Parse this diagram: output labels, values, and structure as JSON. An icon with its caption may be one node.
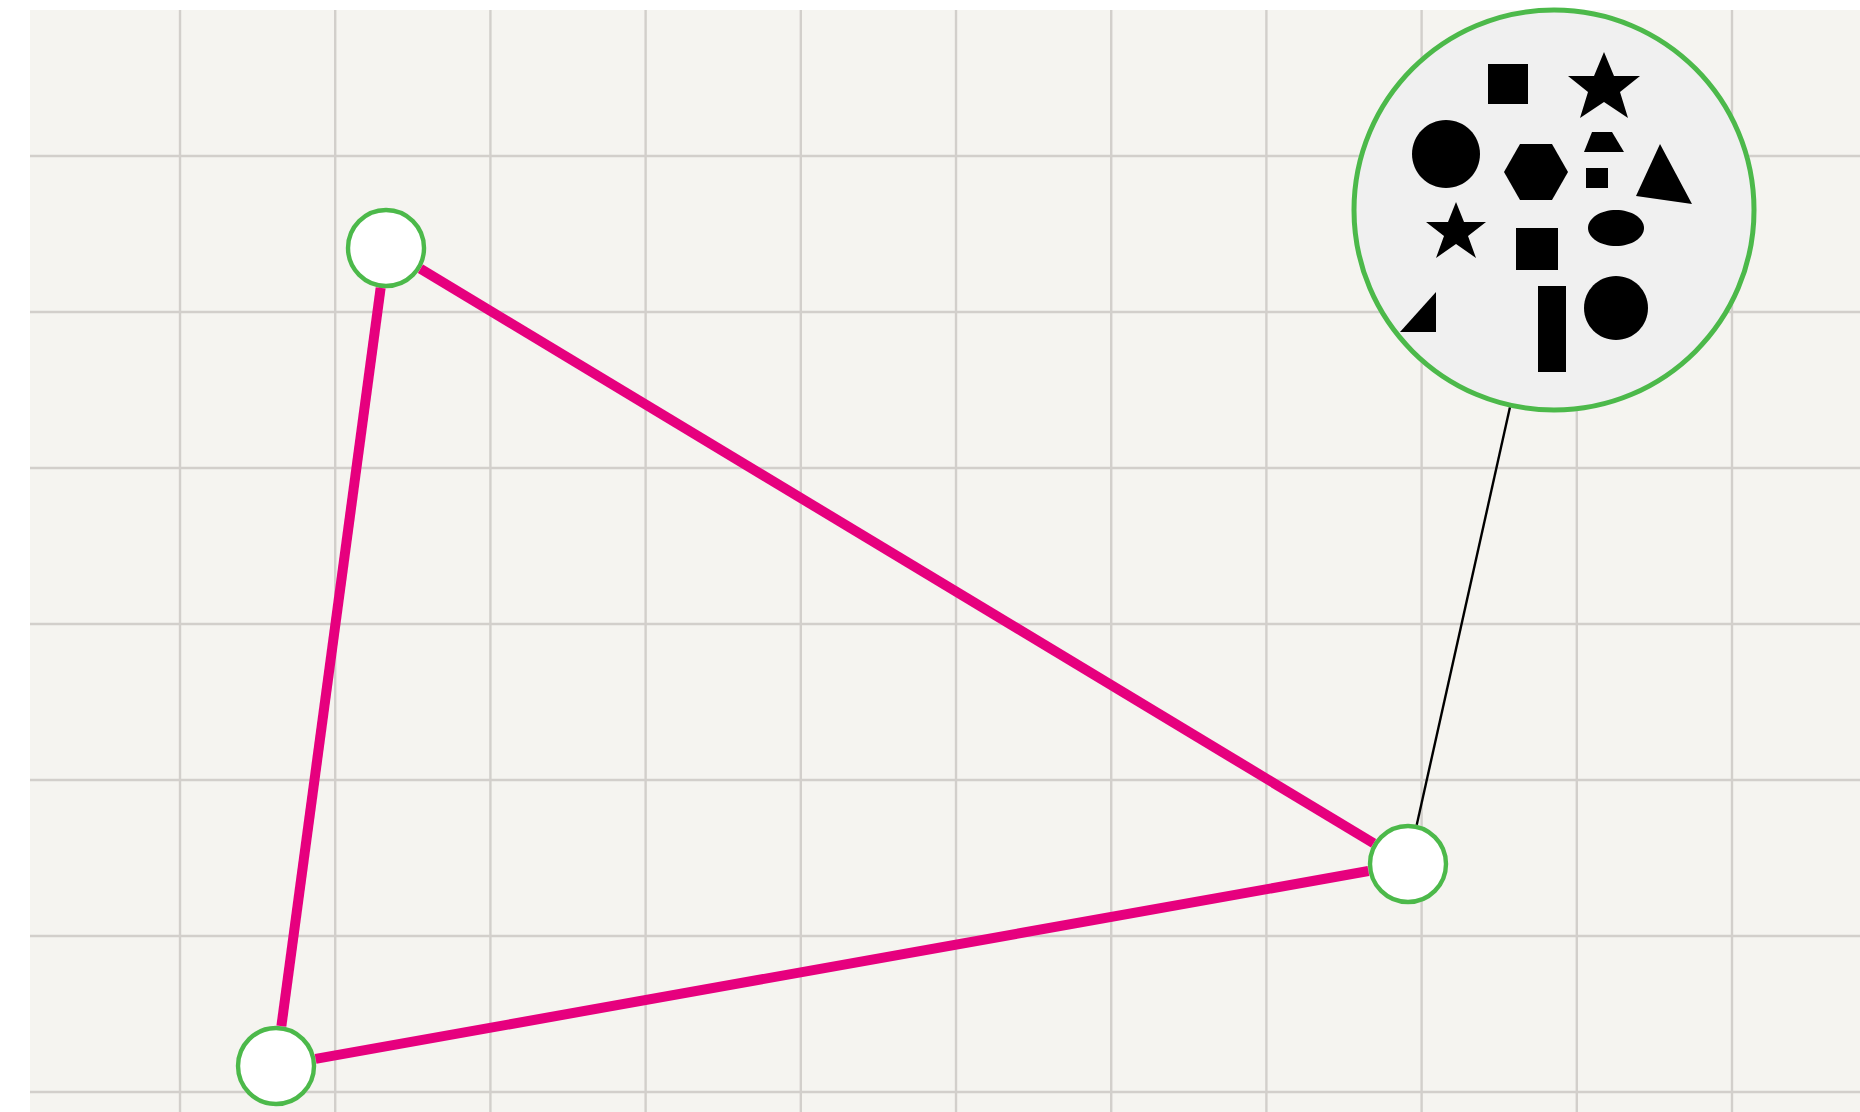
{
  "diagram": {
    "nodes": [
      {
        "text": [],
        "shape": "circle"
      },
      {
        "text": [],
        "shape": "circle"
      },
      {
        "text": [],
        "shape": "circle"
      },
      {
        "text": [],
        "shape": "circle"
      }
    ],
    "edges": [
      {
        "from": 0,
        "to": 1,
        "arrow": "none"
      },
      {
        "from": 1,
        "to": 2,
        "arrow": "none"
      },
      {
        "from": 0,
        "to": 2,
        "arrow": "none"
      },
      {
        "from": 3,
        "to": 2,
        "arrow": "none",
        "color": "#000000"
      }
    ]
  }
}
